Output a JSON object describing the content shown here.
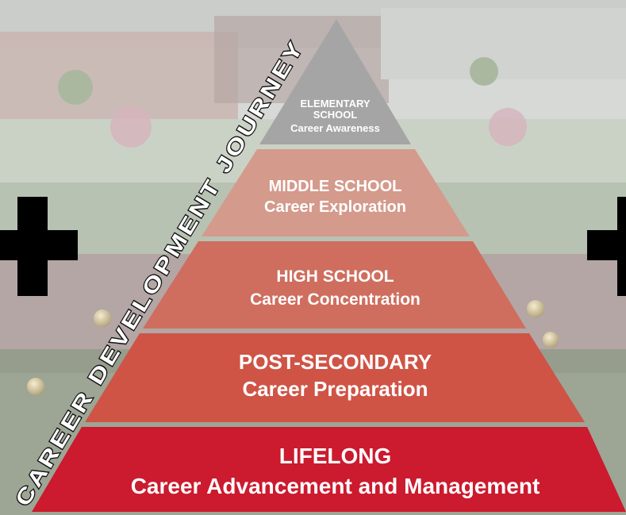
{
  "journey_label": "CAREER DEVELOPMENT JOURNEY",
  "colors": {
    "level1": "#a5a5a5",
    "level2": "#d49a8c",
    "level3": "#cf6e5e",
    "level4": "#cf5446",
    "level5": "#cc1a2e"
  },
  "levels": [
    {
      "title_line1": "ELEMENTARY",
      "title_line2": "SCHOOL",
      "subtitle": "Career Awareness"
    },
    {
      "title": "MIDDLE SCHOOL",
      "subtitle": "Career Exploration"
    },
    {
      "title": "HIGH SCHOOL",
      "subtitle": "Career Concentration"
    },
    {
      "title": "POST-SECONDARY",
      "subtitle": "Career Preparation"
    },
    {
      "title": "LIFELONG",
      "subtitle": "Career Advancement and Management"
    }
  ]
}
